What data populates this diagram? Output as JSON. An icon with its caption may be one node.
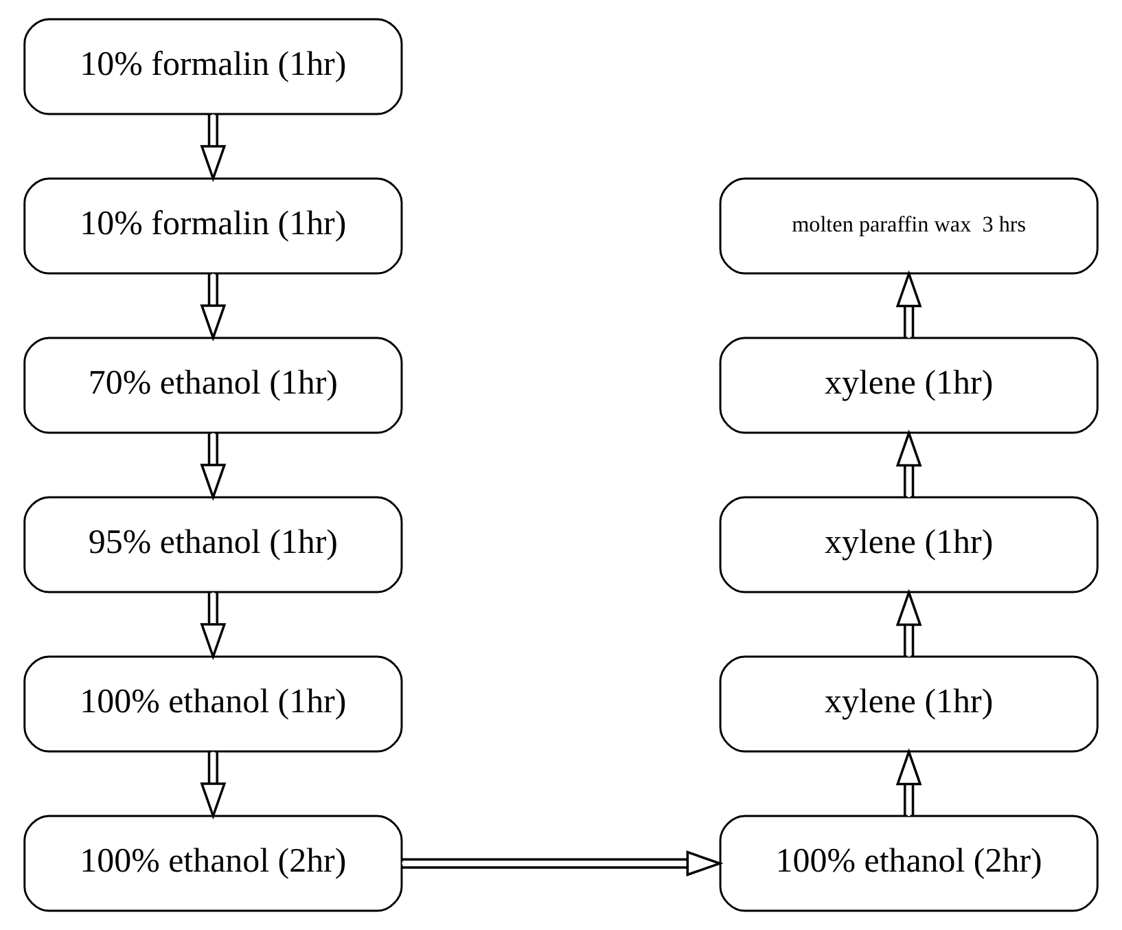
{
  "diagram": {
    "nodes": [
      {
        "text": [
          "10% formalin (1hr)"
        ]
      },
      {
        "text": [
          "10% formalin (1hr)"
        ]
      },
      {
        "text": [
          "70% ethanol (1hr)"
        ]
      },
      {
        "text": [
          "95% ethanol (1hr)"
        ]
      },
      {
        "text": [
          "100% ethanol (1hr)"
        ]
      },
      {
        "text": [
          "100% ethanol (2hr)"
        ]
      },
      {
        "text": [
          "100% ethanol (2hr)"
        ]
      },
      {
        "text": [
          "xylene (1hr)"
        ]
      },
      {
        "text": [
          "xylene (1hr)"
        ]
      },
      {
        "text": [
          "xylene (1hr)"
        ]
      },
      {
        "text": [
          "molten paraffin wax  3 hrs"
        ]
      }
    ],
    "edges": [
      {
        "from": 0,
        "to": 1,
        "arrow": "to"
      },
      {
        "from": 1,
        "to": 2,
        "arrow": "to"
      },
      {
        "from": 2,
        "to": 3,
        "arrow": "to"
      },
      {
        "from": 3,
        "to": 4,
        "arrow": "to"
      },
      {
        "from": 4,
        "to": 5,
        "arrow": "to"
      },
      {
        "from": 5,
        "to": 6,
        "arrow": "to"
      },
      {
        "from": 6,
        "to": 7,
        "arrow": "to"
      },
      {
        "from": 7,
        "to": 8,
        "arrow": "to"
      },
      {
        "from": 8,
        "to": 9,
        "arrow": "to"
      },
      {
        "from": 9,
        "to": 10,
        "arrow": "to"
      }
    ]
  }
}
